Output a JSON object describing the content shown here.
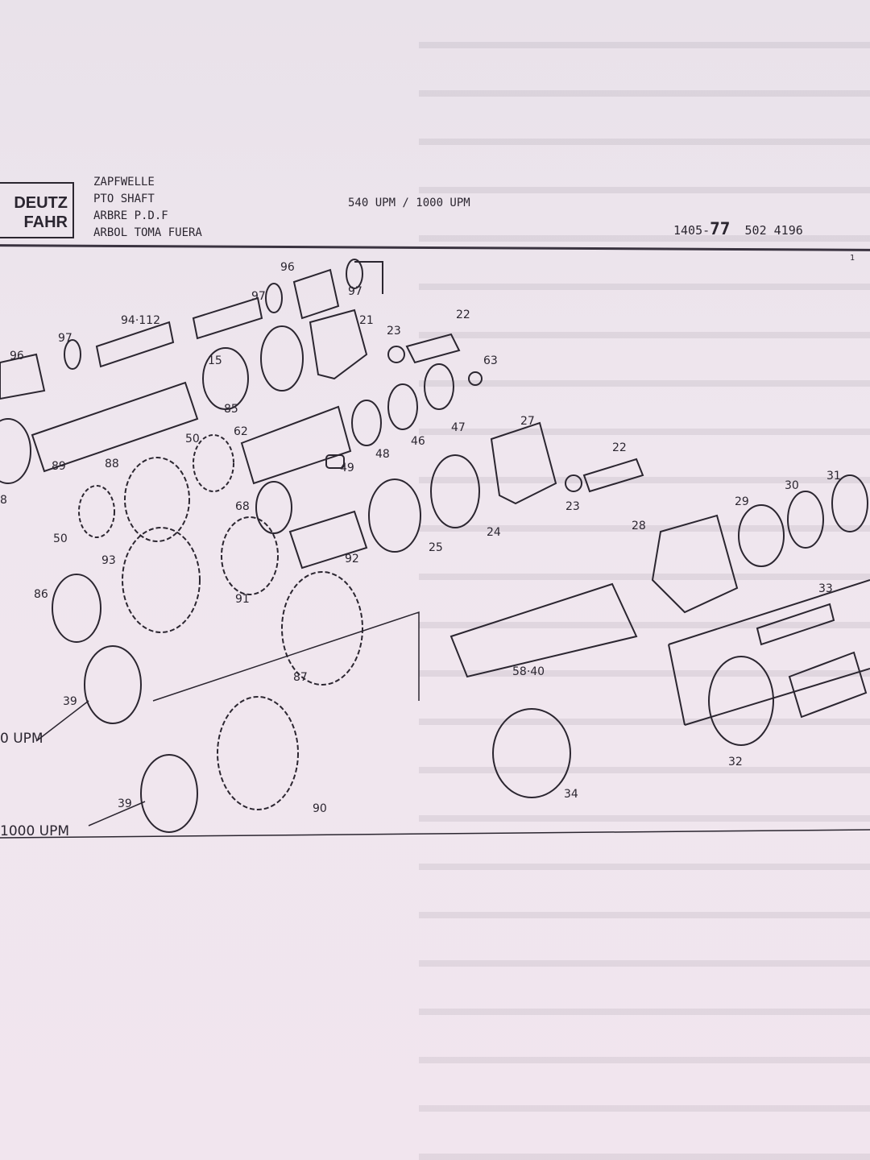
{
  "header": {
    "logo_lines": [
      "DEUTZ",
      "FAHR"
    ],
    "titles": [
      "ZAPFWELLE",
      "PTO SHAFT",
      "ARBRE P.D.F",
      "ARBOL TOMA FUERA"
    ],
    "subtitle": "540 UPM / 1000 UPM",
    "part_prefix": "1405-",
    "part_group": "77",
    "part_number": "502 4196",
    "page": "1"
  },
  "diagram": {
    "labels": [
      "97",
      "96",
      "97",
      "94·112",
      "97",
      "96",
      "15",
      "21",
      "22",
      "23",
      "63",
      "85",
      "62",
      "48",
      "46",
      "47",
      "27",
      "22",
      "89",
      "88",
      "50",
      "49",
      "23",
      "24",
      "25",
      "68",
      "92",
      "91",
      "93",
      "86",
      "50",
      "8",
      "28",
      "29",
      "30",
      "31",
      "33",
      "58·40",
      "87",
      "39",
      "0 UPM",
      "39",
      "1000 UPM",
      "90",
      "34",
      "32"
    ]
  }
}
